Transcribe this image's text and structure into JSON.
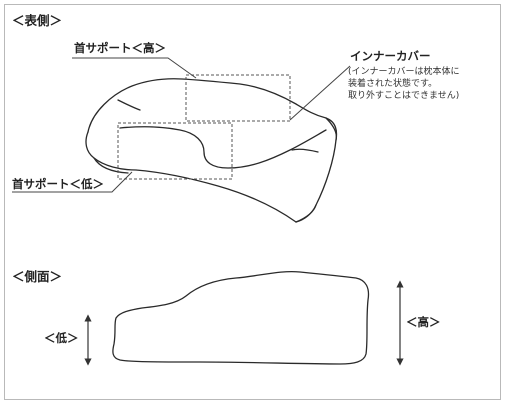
{
  "sections": {
    "top_view": "＜表側＞",
    "side_view": "＜側面＞"
  },
  "callouts": {
    "neck_high": "首サポート＜高＞",
    "neck_low": "首サポート＜低＞",
    "inner_cover": {
      "title": "インナーカバー",
      "note_lines": [
        "(インナーカバーは枕本体に",
        "装着された状態です。",
        "取り外すことはできません)"
      ]
    }
  },
  "side_labels": {
    "low": "＜低＞",
    "high": "＜高＞"
  }
}
